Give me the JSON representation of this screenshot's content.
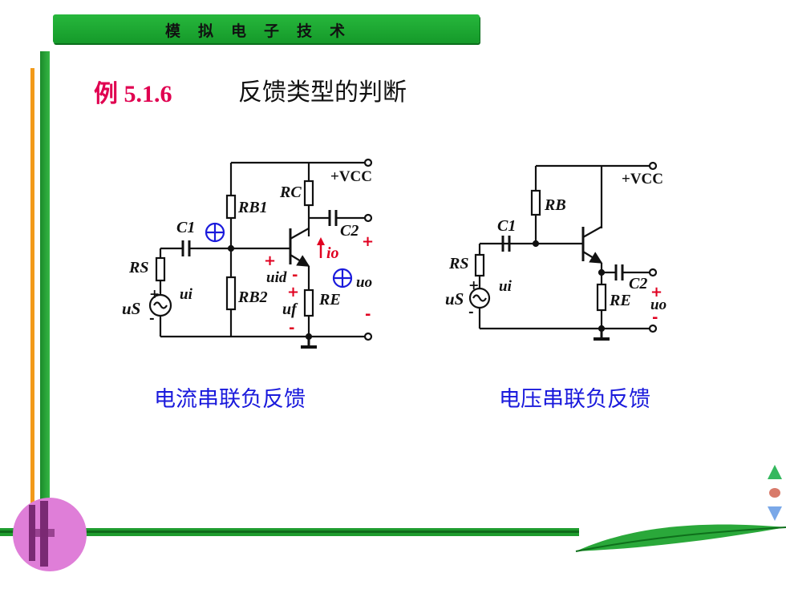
{
  "header": {
    "banner_text": "模拟电子技术"
  },
  "slide": {
    "title_number": "例 5.1.6",
    "title_text": "反馈类型的判断"
  },
  "circuit_left": {
    "caption": "电流串联负反馈",
    "labels": {
      "vcc": "+VCC",
      "rc": "RC",
      "rb1": "RB1",
      "rb2": "RB2",
      "re": "RE",
      "rs": "RS",
      "c1": "C1",
      "c2": "C2",
      "us": "uS",
      "ui": "ui",
      "uid": "uid",
      "uf": "uf",
      "io": "io",
      "uo": "uo"
    }
  },
  "circuit_right": {
    "caption": "电压串联负反馈",
    "labels": {
      "vcc": "+VCC",
      "rb": "RB",
      "re": "RE",
      "rs": "RS",
      "c1": "C1",
      "c2": "C2",
      "us": "uS",
      "ui": "ui",
      "uo": "uo"
    }
  },
  "colors": {
    "banner": "#1faa33",
    "title_accent": "#e00050",
    "caption": "#1a1adc",
    "polarity": "#e00020",
    "phase_symbol": "#1a1adc"
  },
  "nav": {
    "icons": [
      "triangle-up-icon",
      "dot-icon",
      "triangle-down-icon"
    ]
  }
}
